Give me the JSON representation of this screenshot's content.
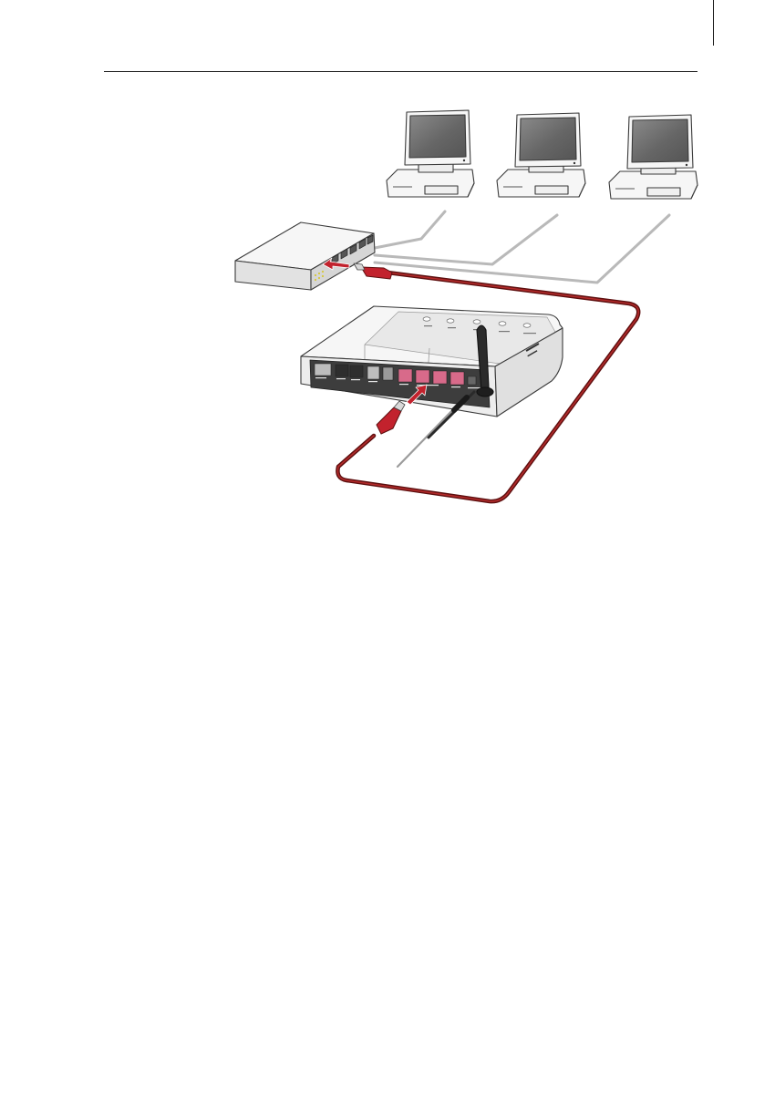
{
  "page": {
    "background": "#ffffff",
    "rule_color": "#222222"
  },
  "diagram": {
    "nodes": [
      {
        "id": "computer-1",
        "kind": "computer"
      },
      {
        "id": "computer-2",
        "kind": "computer"
      },
      {
        "id": "computer-3",
        "kind": "computer"
      },
      {
        "id": "network-switch",
        "kind": "switch"
      },
      {
        "id": "router",
        "kind": "wlan-router"
      }
    ],
    "edges": [
      {
        "from": "computer-1",
        "to": "network-switch",
        "cable": "grey"
      },
      {
        "from": "computer-2",
        "to": "network-switch",
        "cable": "grey"
      },
      {
        "from": "computer-3",
        "to": "network-switch",
        "cable": "grey"
      },
      {
        "from": "network-switch",
        "to": "router",
        "cable": "red"
      }
    ],
    "colors": {
      "grey_cable": "#b9b9b9",
      "red_cable": "#8c1c1c",
      "red_plug": "#c2222d",
      "device_body": "#f4f4f4",
      "device_outline": "#3a3a3a",
      "screen": "#6b6b6b"
    }
  }
}
